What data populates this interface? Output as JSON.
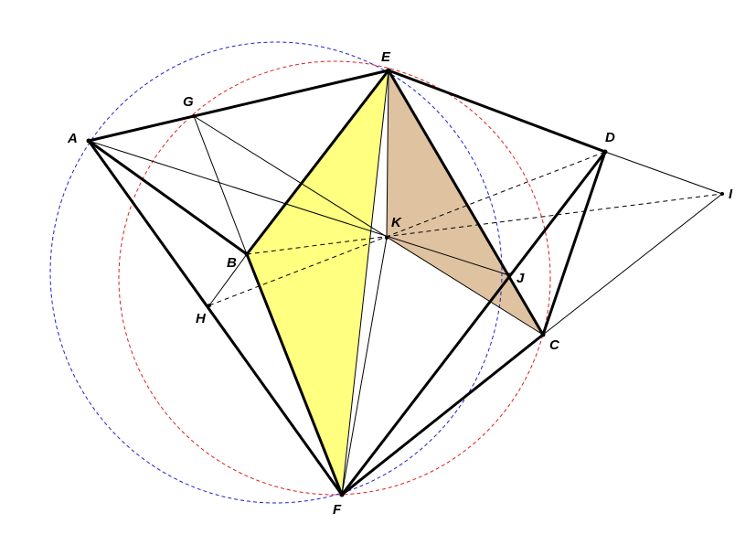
{
  "colors": {
    "background": "#ffffff",
    "stroke": "#000000",
    "circle_blue": "#2020d0",
    "circle_red": "#e02020",
    "fill_yellow": "#ffff80",
    "fill_tan": "#dfc2a0"
  },
  "points": {
    "A": {
      "label": "A"
    },
    "B": {
      "label": "B"
    },
    "C": {
      "label": "C"
    },
    "D": {
      "label": "D"
    },
    "E": {
      "label": "E"
    },
    "F": {
      "label": "F"
    },
    "G": {
      "label": "G"
    },
    "H": {
      "label": "H"
    },
    "I": {
      "label": "I"
    },
    "J": {
      "label": "J"
    },
    "K": {
      "label": "K"
    }
  },
  "shaded_regions": [
    {
      "vertices": [
        "B",
        "E",
        "F"
      ],
      "color": "fill_yellow"
    },
    {
      "vertices": [
        "E",
        "K",
        "C"
      ],
      "color": "fill_tan"
    }
  ],
  "circles": [
    {
      "through": [
        "A",
        "E",
        "F"
      ],
      "color": "circle_blue",
      "style": "dashed"
    },
    {
      "through": [
        "E",
        "C",
        "F"
      ],
      "color": "circle_red",
      "style": "dashed"
    }
  ]
}
